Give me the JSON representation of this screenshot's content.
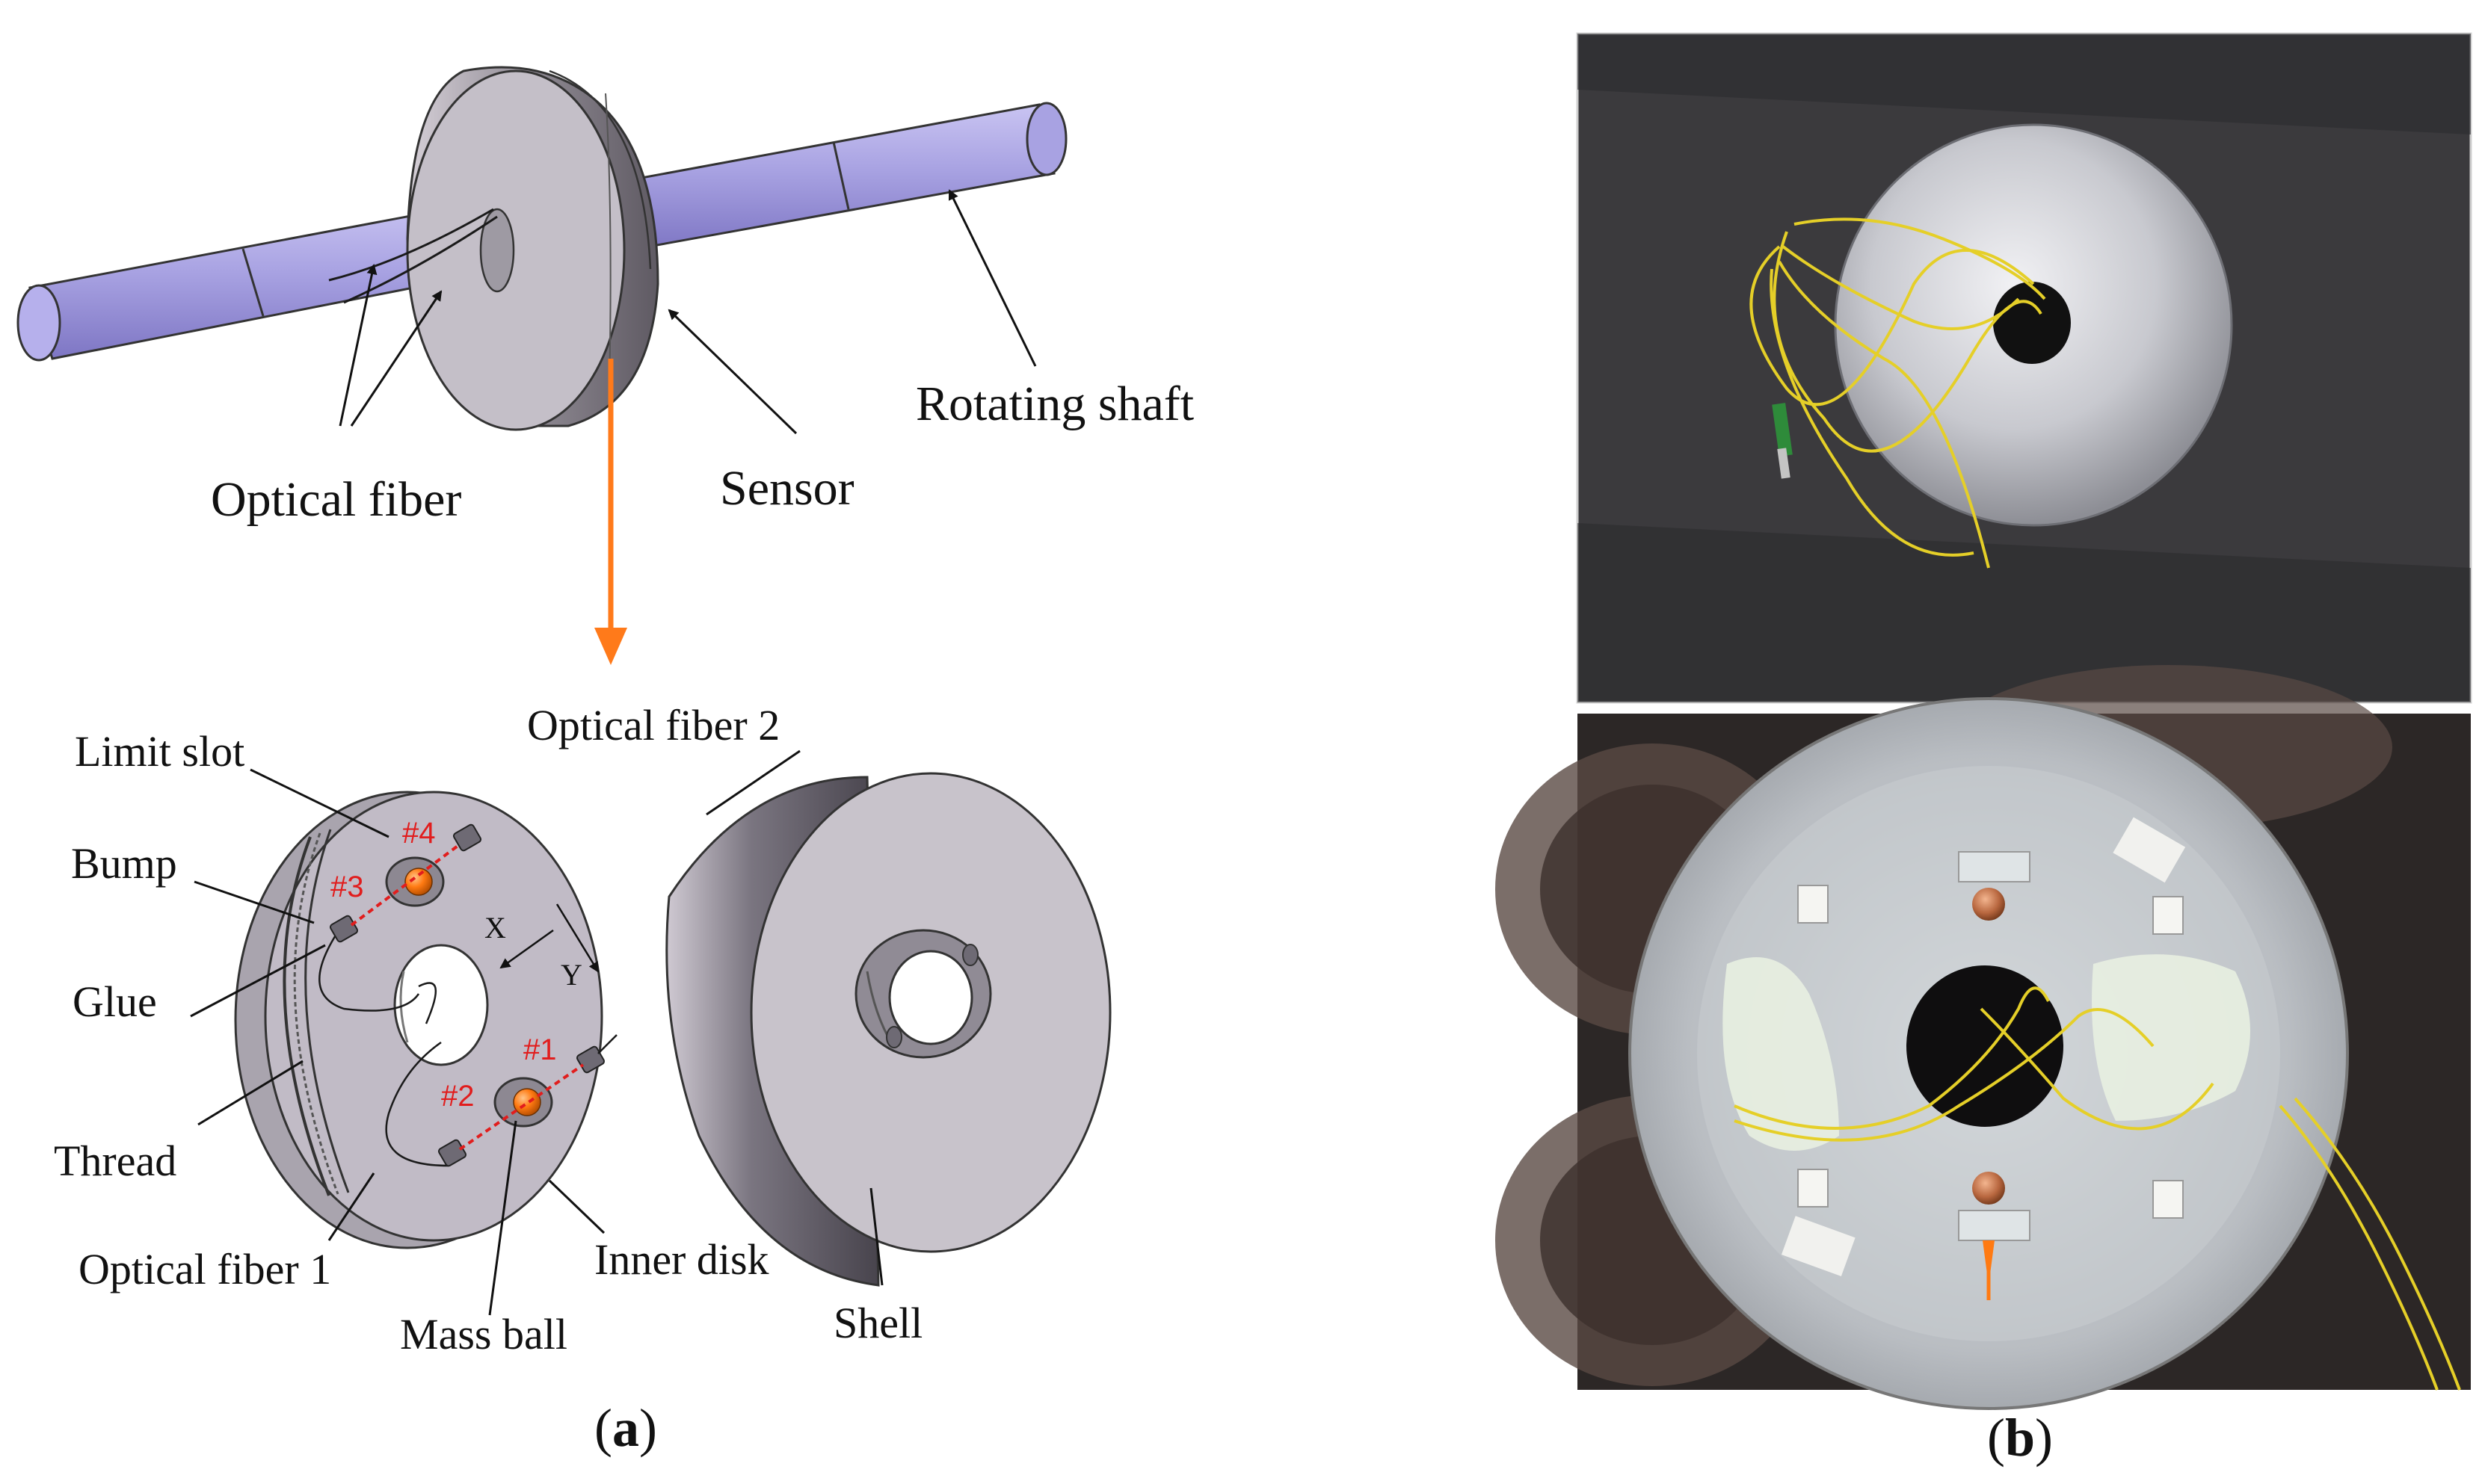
{
  "panel_a": {
    "shaft_labels": {
      "rotating_shaft": "Rotating shaft",
      "optical_fiber": "Optical fiber",
      "sensor": "Sensor"
    },
    "exploded_labels": {
      "optical_fiber_2": "Optical fiber 2",
      "limit_slot": "Limit slot",
      "bump": "Bump",
      "glue": "Glue",
      "thread": "Thread",
      "optical_fiber_1": "Optical fiber 1",
      "mass_ball": "Mass ball",
      "inner_disk": "Inner disk",
      "shell": "Shell"
    },
    "position_marks": [
      "#1",
      "#2",
      "#3",
      "#4"
    ],
    "axes": {
      "x": "X",
      "y": "Y"
    },
    "caption_open": "(",
    "caption_letter": "a",
    "caption_close": ")"
  },
  "panel_b": {
    "caption_open": "(",
    "caption_letter": "b",
    "caption_close": ")"
  },
  "colors": {
    "shaft": "#a8a2e2",
    "disk": "#bdb7bf",
    "arrow": "#ff7a1a",
    "mark": "#e11d1d",
    "fiber": "#e5cf28",
    "ball": "#ff7a12"
  }
}
